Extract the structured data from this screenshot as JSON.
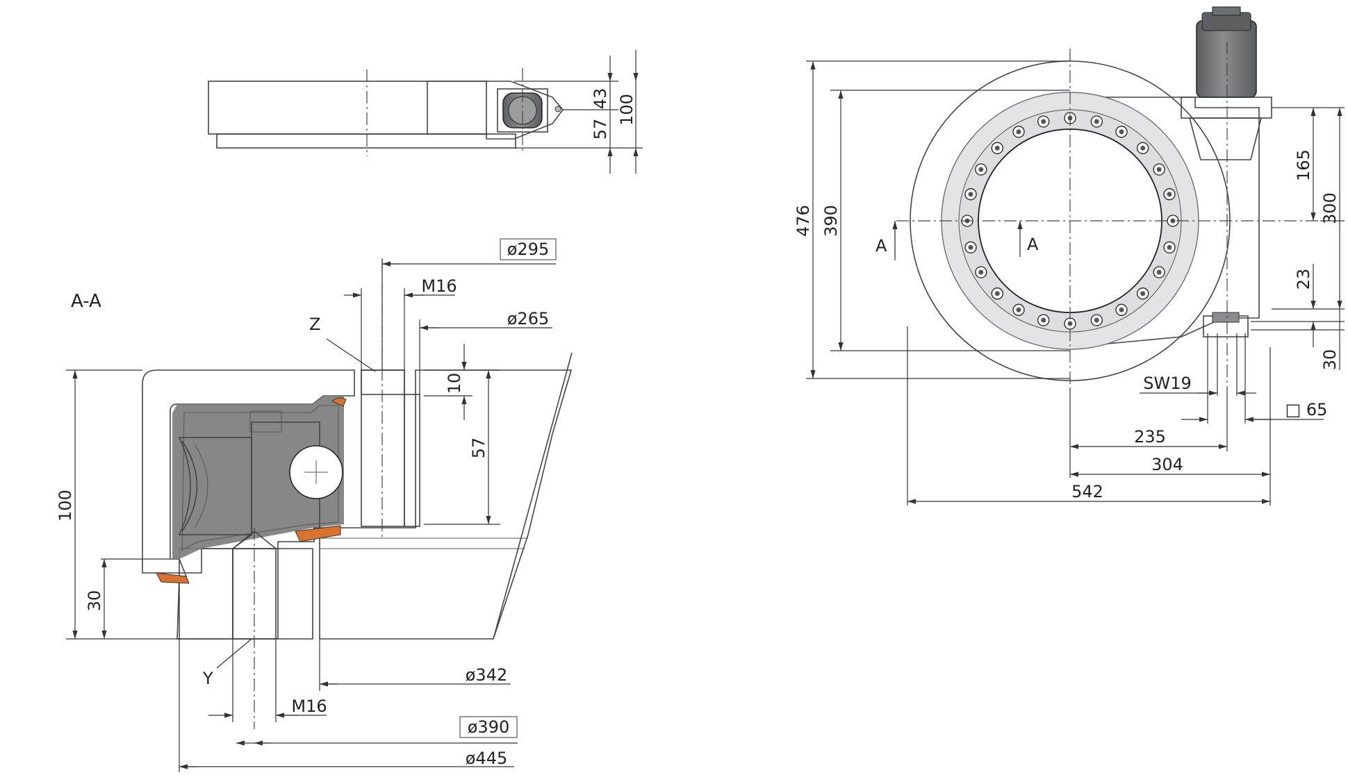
{
  "view_labels": {
    "section": "A-A",
    "cut_left": "A",
    "cut_right": "A",
    "detail_z": "Z",
    "detail_y": "Y"
  },
  "top_view": {
    "dims": {
      "d43": "43",
      "d57": "57",
      "d100": "100"
    }
  },
  "section_view": {
    "dims": {
      "d295": "ø295",
      "m16_top": "M16",
      "d265": "ø265",
      "d10": "10",
      "d57": "57",
      "d100": "100",
      "d30": "30",
      "d342": "ø342",
      "m16_bottom": "M16",
      "d390": "ø390",
      "d445": "ø445"
    }
  },
  "front_view": {
    "dims": {
      "d476": "476",
      "d390": "390",
      "d165": "165",
      "d300": "300",
      "d23": "23",
      "d30": "30",
      "sw19": "SW19",
      "sq65": "□ 65",
      "d235": "235",
      "d304": "304",
      "d542": "542"
    }
  },
  "colors": {
    "housing": "#c7d0e6",
    "bearing": "#f1c98f",
    "ring": "#e8e8ea",
    "seal": "#d9722e",
    "part_light": "#e9e9ea",
    "part_mid": "#d7d7d9",
    "motor": "#737578"
  }
}
